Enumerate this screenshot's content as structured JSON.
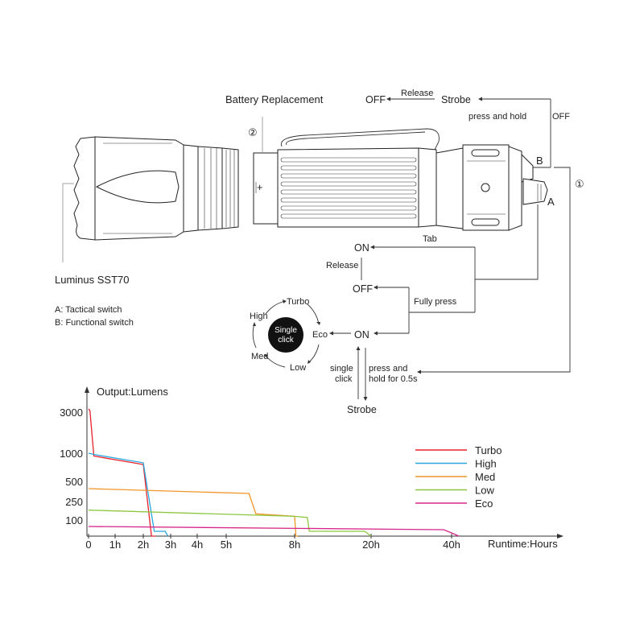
{
  "labels": {
    "battery_replacement": "Battery Replacement",
    "step_two": "②",
    "step_one": "①",
    "plus": "+",
    "luminus": "Luminus SST70",
    "tactical": "A: Tactical switch",
    "functional": "B: Functional switch",
    "switch_a": "A",
    "switch_b": "B"
  },
  "strobe_flow": {
    "off": "OFF",
    "release": "Release",
    "strobe": "Strobe",
    "press_hold": "press and hold",
    "off_right": "OFF"
  },
  "tactical_flow": {
    "on_top": "ON",
    "tab": "Tab",
    "release": "Release",
    "off": "OFF",
    "fully_press": "Fully press",
    "on_bottom": "ON",
    "single_click": [
      "single",
      "click"
    ],
    "press_hold": [
      "press and",
      "hold for 0.5s"
    ],
    "strobe": "Strobe"
  },
  "mode_cycle": {
    "center": [
      "Single",
      "click"
    ],
    "modes": [
      "Turbo",
      "Eco",
      "Low",
      "Med",
      "High"
    ]
  },
  "colors": {
    "turbo": "#e8202a",
    "high": "#29a8e0",
    "med": "#f2962a",
    "low": "#8cc63e",
    "eco": "#d6268a"
  },
  "chart_data": {
    "type": "line",
    "ylabel": "Output:Lumens",
    "xlabel": "Runtime:Hours",
    "y_ticks": [
      3000,
      1000,
      500,
      250,
      100
    ],
    "x_ticks": [
      "0",
      "1h",
      "2h",
      "3h",
      "4h",
      "5h",
      "8h",
      "20h",
      "40h"
    ],
    "series": [
      {
        "name": "Turbo",
        "color": "#e8202a",
        "points": [
          [
            0,
            3200
          ],
          [
            0.05,
            3100
          ],
          [
            0.2,
            950
          ],
          [
            2,
            800
          ],
          [
            2.3,
            0
          ],
          [
            2.45,
            0
          ]
        ]
      },
      {
        "name": "High",
        "color": "#29a8e0",
        "points": [
          [
            0,
            1000
          ],
          [
            0.3,
            970
          ],
          [
            2,
            830
          ],
          [
            2.4,
            30
          ],
          [
            2.8,
            30
          ],
          [
            2.9,
            0
          ]
        ]
      },
      {
        "name": "Med",
        "color": "#f2962a",
        "points": [
          [
            0,
            410
          ],
          [
            6,
            350
          ],
          [
            6.3,
            150
          ],
          [
            8,
            130
          ],
          [
            8.2,
            0
          ],
          [
            8.5,
            0
          ]
        ]
      },
      {
        "name": "Low",
        "color": "#8cc63e",
        "points": [
          [
            0,
            180
          ],
          [
            8,
            130
          ],
          [
            10,
            120
          ],
          [
            10.3,
            30
          ],
          [
            19,
            30
          ],
          [
            20,
            0
          ]
        ]
      },
      {
        "name": "Eco",
        "color": "#d6268a",
        "points": [
          [
            0,
            60
          ],
          [
            38,
            40
          ],
          [
            40,
            20
          ],
          [
            41,
            0
          ]
        ]
      }
    ]
  }
}
